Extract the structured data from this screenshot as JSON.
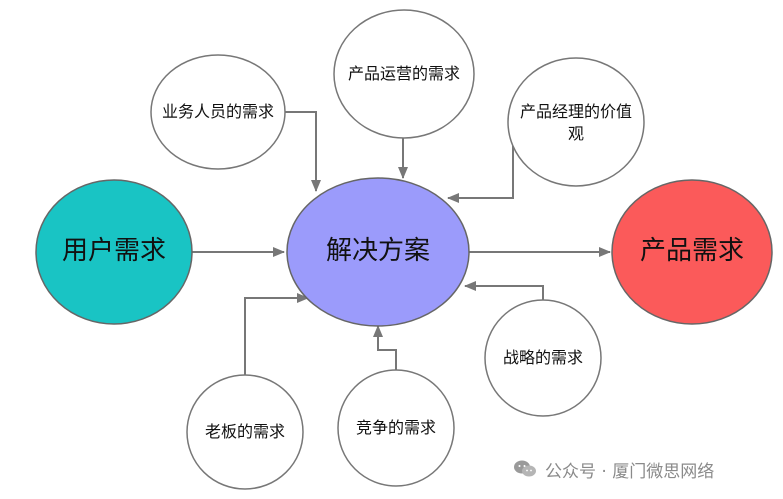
{
  "nodes": {
    "user_needs": "用户需求",
    "solution": "解决方案",
    "product_needs": "产品需求",
    "business_staff_needs": "业务人员的需求",
    "product_ops_needs": "产品运营的需求",
    "pm_values": "产品经理的价值观",
    "boss_needs": "老板的需求",
    "competition_needs": "竞争的需求",
    "strategy_needs": "战略的需求"
  },
  "watermark": "公众号 · 厦门微思网络",
  "colors": {
    "user_needs_fill": "#19c4c4",
    "solution_fill": "#9b9bfb",
    "product_needs_fill": "#fb5a5a",
    "outline": "#777777",
    "arrow": "#777777"
  }
}
